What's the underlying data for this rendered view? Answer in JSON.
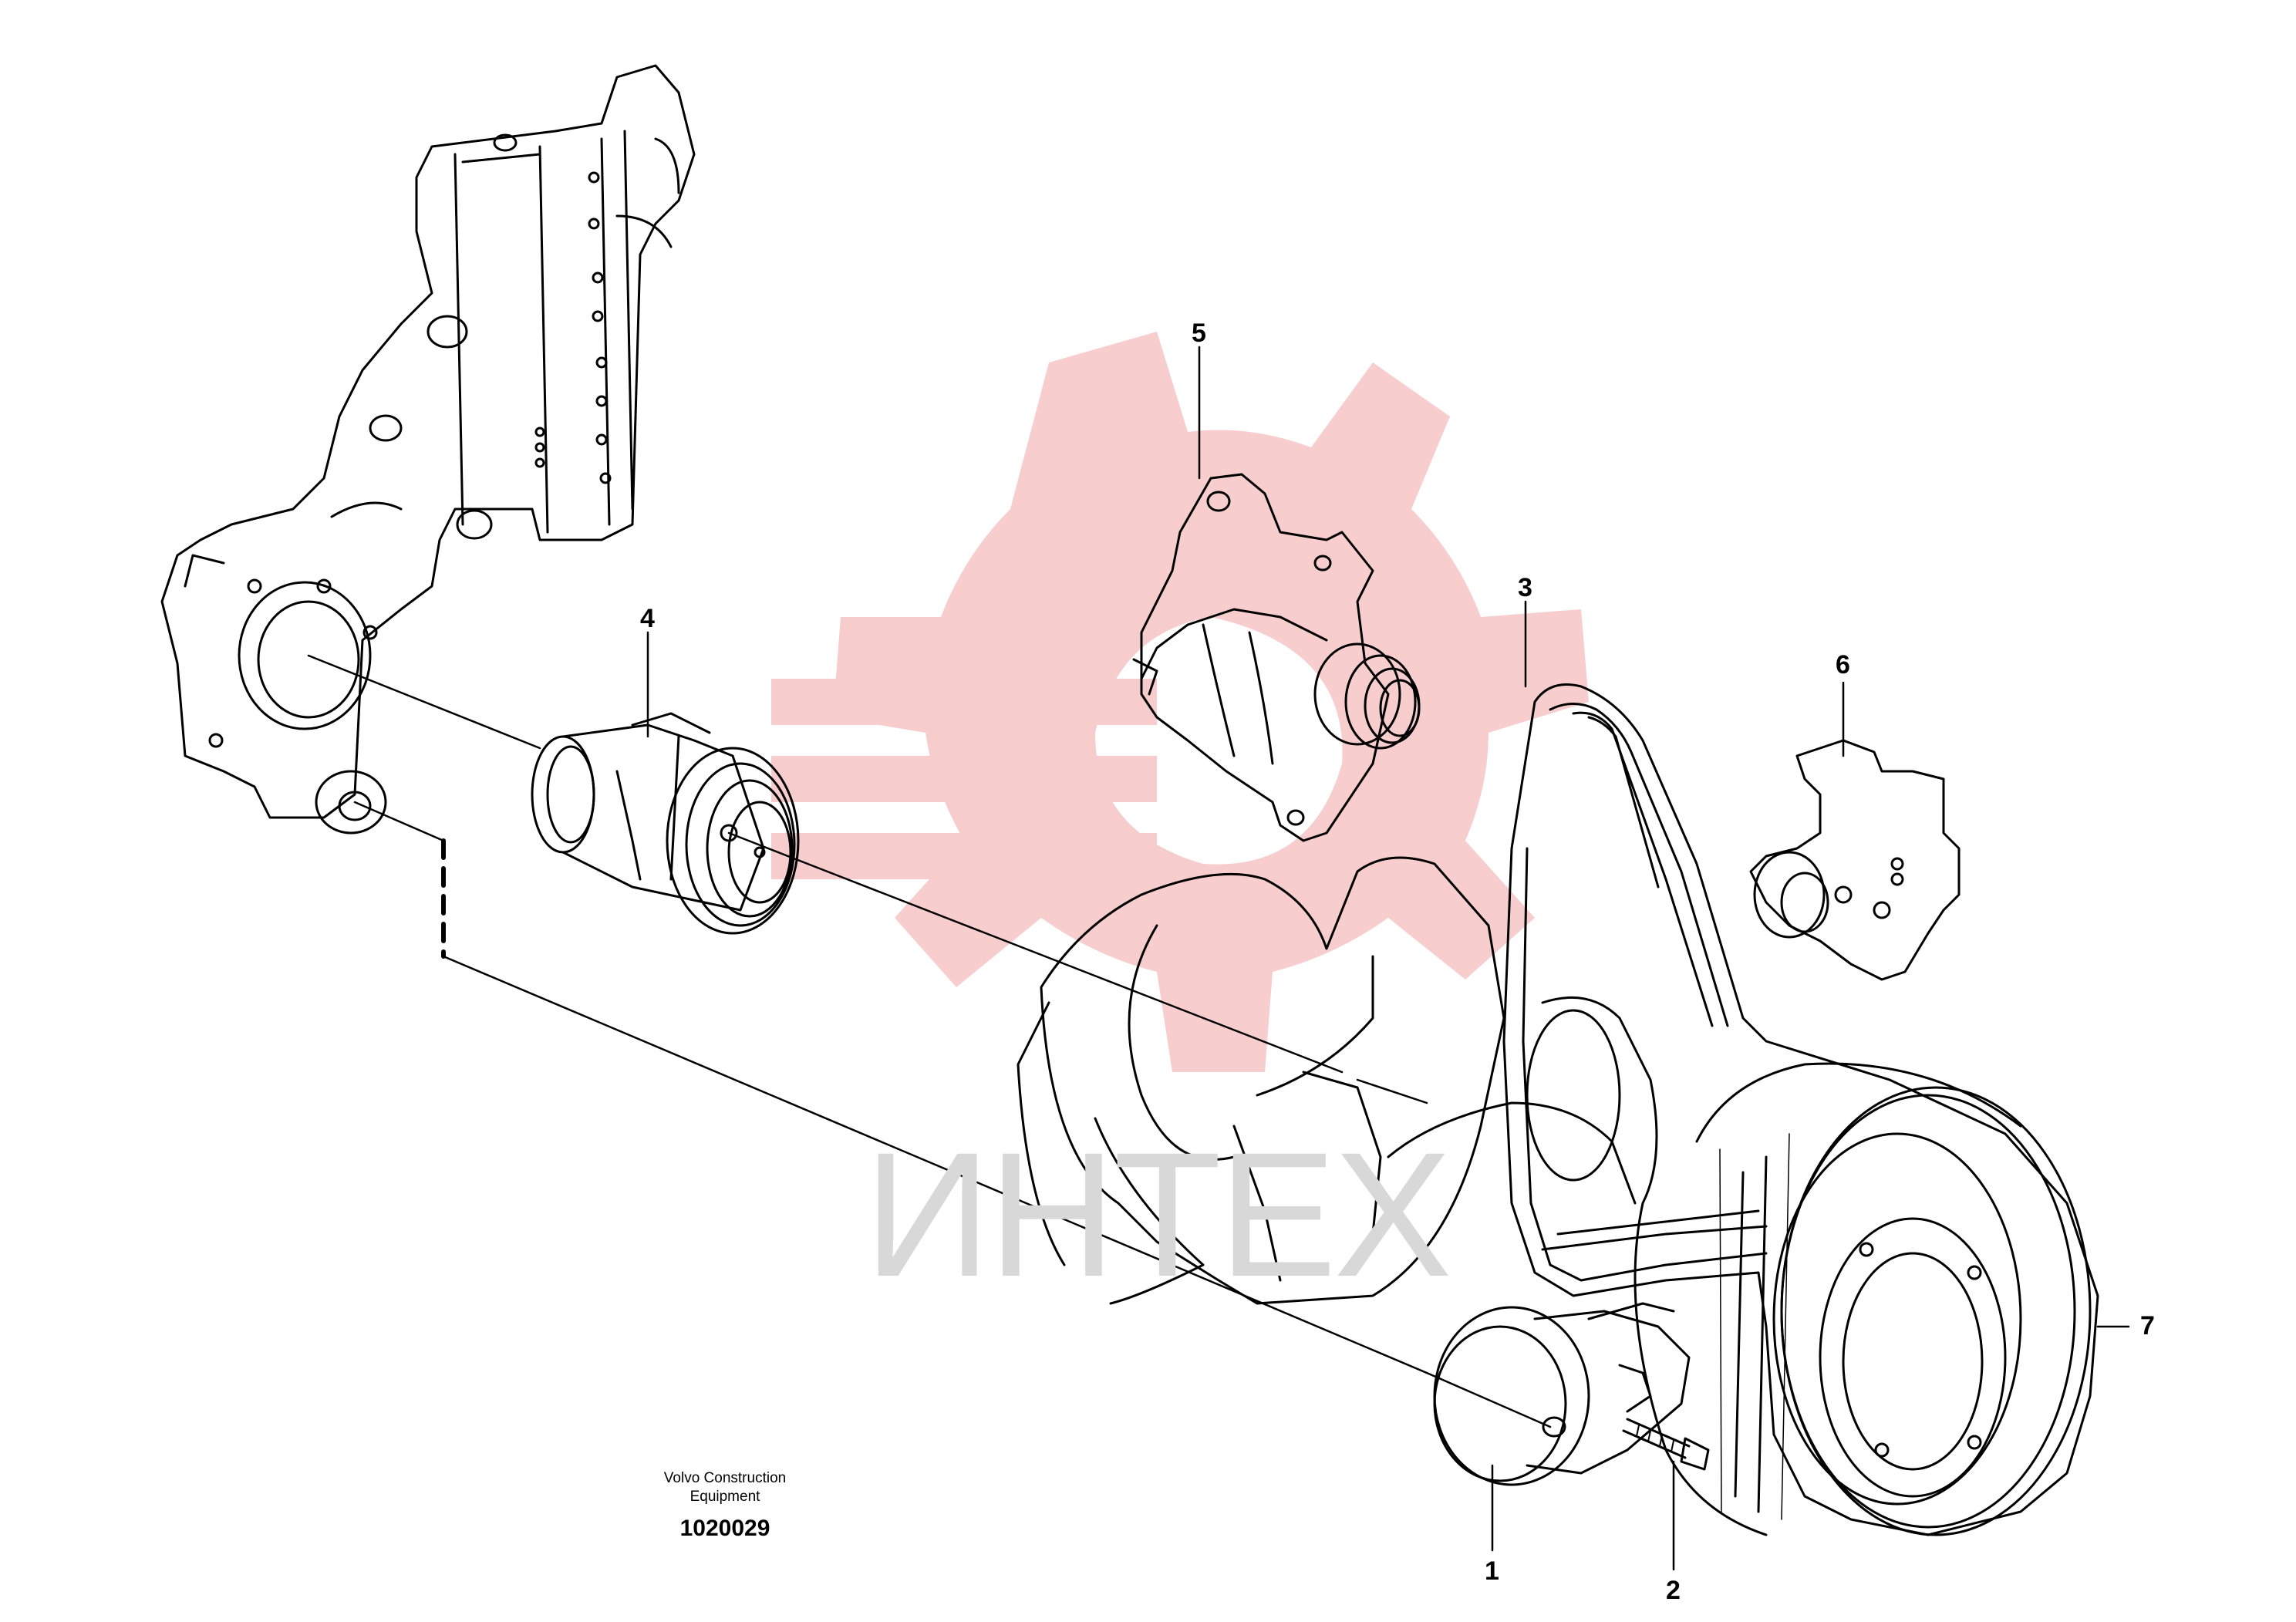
{
  "diagram": {
    "callouts": [
      {
        "id": "1",
        "label": "1"
      },
      {
        "id": "2",
        "label": "2"
      },
      {
        "id": "3",
        "label": "3"
      },
      {
        "id": "4",
        "label": "4"
      },
      {
        "id": "5",
        "label": "5"
      },
      {
        "id": "6",
        "label": "6"
      },
      {
        "id": "7",
        "label": "7"
      }
    ],
    "caption": {
      "line1": "Volvo Construction",
      "line2": "Equipment",
      "number": "1020029"
    },
    "watermark": {
      "text": "ИНТЕХ",
      "color": "#f4b3b3"
    },
    "line_color": "#000000"
  }
}
